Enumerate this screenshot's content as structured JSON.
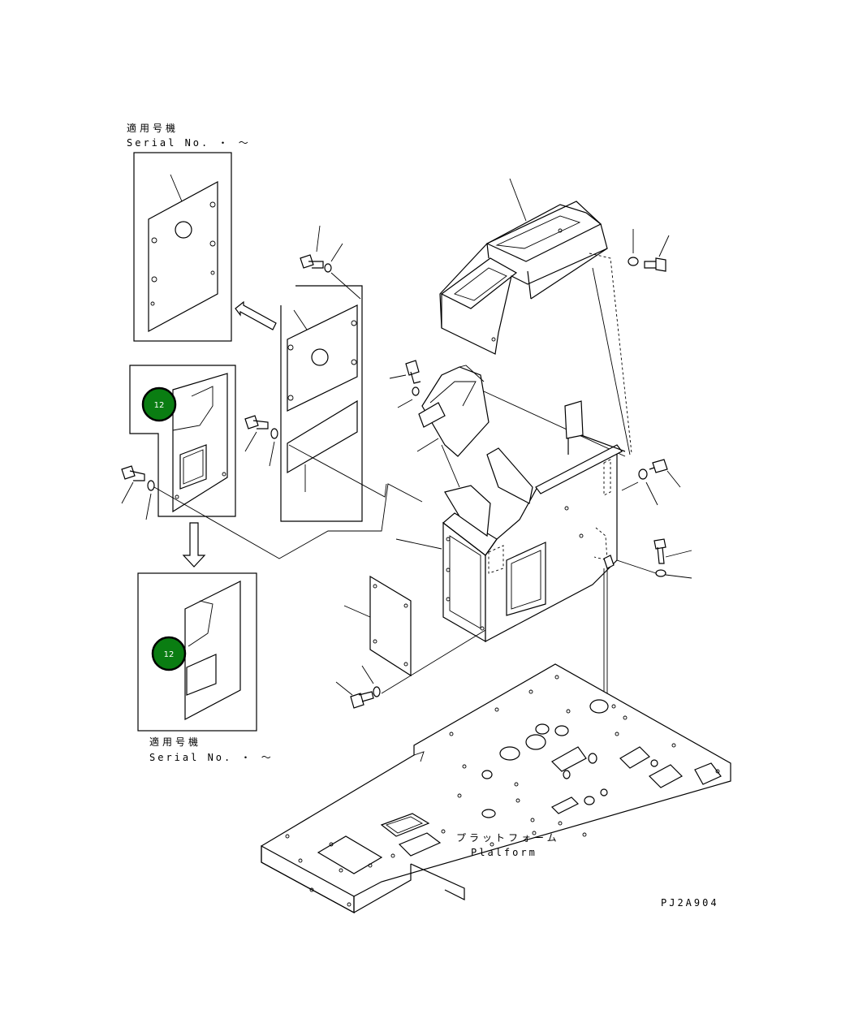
{
  "serial_blocks": {
    "top": {
      "jp": "適用号機",
      "en": "Serial No.  ・ ～"
    },
    "bottom": {
      "jp": "適用号機",
      "en": "Serial No.  ・ ～"
    }
  },
  "platform_label": {
    "jp": "プラットフォーム",
    "en": "Plalform"
  },
  "drawing_code": "PJ2A904",
  "callouts": [
    {
      "number": "12",
      "color": "#0a7d12"
    },
    {
      "number": "12",
      "color": "#0a7d12"
    }
  ]
}
